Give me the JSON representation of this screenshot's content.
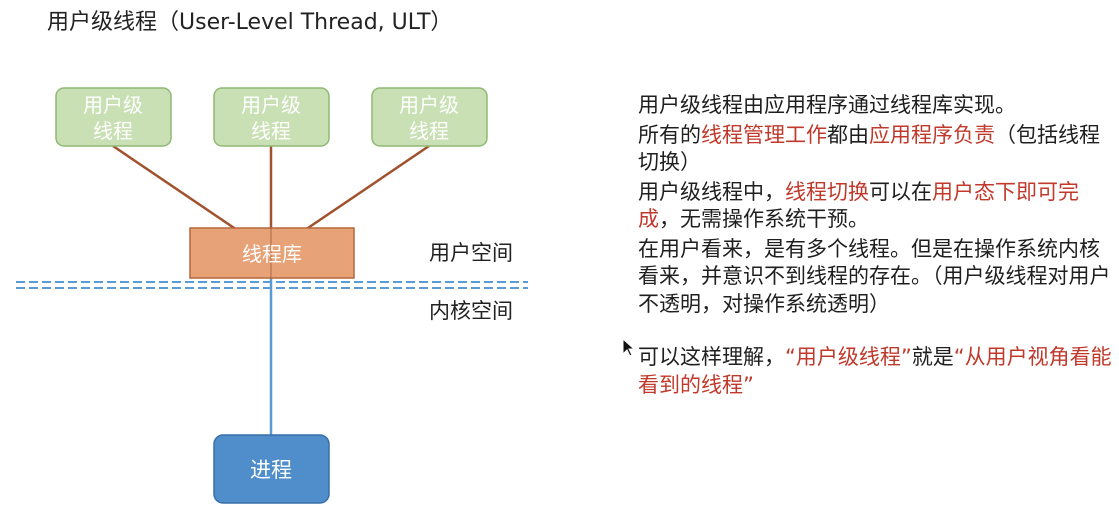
{
  "title": "用户级线程（User-Level Thread, ULT）",
  "diagram": {
    "threads": [
      {
        "label_line1": "用户级",
        "label_line2": "线程"
      },
      {
        "label_line1": "用户级",
        "label_line2": "线程"
      },
      {
        "label_line1": "用户级",
        "label_line2": "线程"
      }
    ],
    "library": "线程库",
    "process": "进程",
    "user_space": "用户空间",
    "kernel_space": "内核空间",
    "colors": {
      "thread_fill": "#c9e0b4",
      "thread_stroke": "#8fb874",
      "thread_text": "#ffffff",
      "library_fill": "#e8a278",
      "library_stroke": "#b5683c",
      "process_fill": "#4f8dcb",
      "process_stroke": "#3a6fa6",
      "thread_lines": "#a0522d",
      "process_line": "#5b9bd5",
      "boundary": "#5b9bd5",
      "highlight_red": "#c0392b"
    }
  },
  "description": {
    "p1": "用户级线程由应用程序通过线程库实现。",
    "p2_a": "所有的",
    "p2_b": "线程管理工作",
    "p2_c": "都由",
    "p2_d": "应用程序负责",
    "p2_e": "（包括线程切换）",
    "p3_a": "用户级线程中，",
    "p3_b": "线程切换",
    "p3_c": "可以在",
    "p3_d": "用户态下即可完成",
    "p3_e": "，无需操作系统干预。",
    "p4": "在用户看来，是有多个线程。但是在操作系统内核看来，并意识不到线程的存在。（用户级线程对用户不透明，对操作系统透明）",
    "p5_a": "可以这样理解，",
    "p5_b": "“用户级线程”",
    "p5_c": "就是",
    "p5_d": "“从用户视角看能看到的线程”"
  }
}
